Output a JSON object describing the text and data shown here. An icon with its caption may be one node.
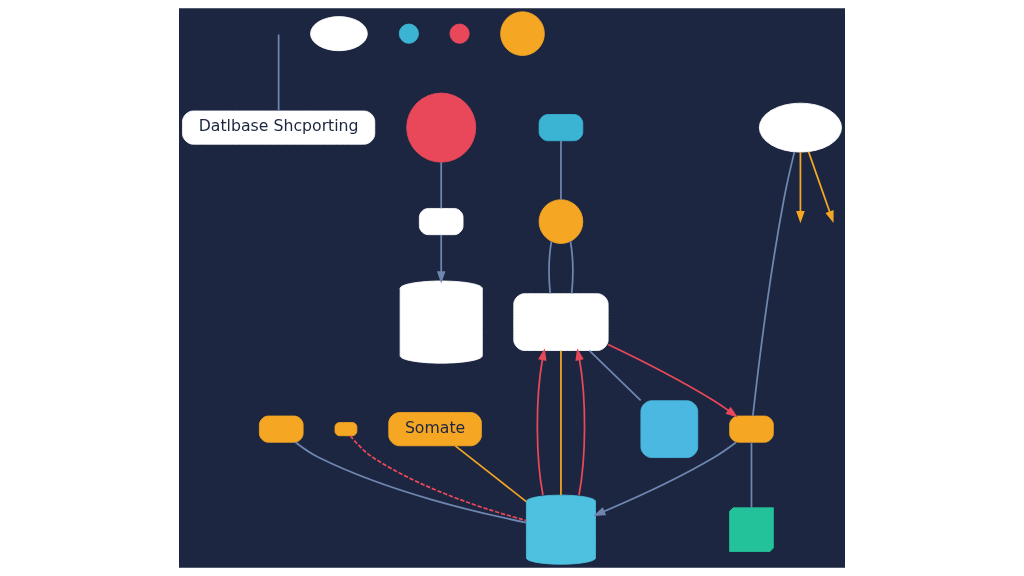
{
  "diagram": {
    "nodes": [
      {
        "text": [
          "Datlbase Shcporting"
        ]
      },
      {
        "text": [],
        "shape": "circle"
      },
      {
        "text": [],
        "shape": "cloud"
      },
      {
        "text": [],
        "shape": "box"
      },
      {
        "text": [],
        "shape": "box"
      },
      {
        "text": [],
        "shape": "cloud"
      },
      {
        "text": [
          "Somate"
        ]
      },
      {
        "text": [],
        "shape": "box"
      },
      {
        "text": [],
        "shape": "cylinder"
      },
      {
        "text": [],
        "shape": "box"
      },
      {
        "text": [],
        "shape": "circle"
      },
      {
        "text": [],
        "shape": "box"
      },
      {
        "text": [],
        "shape": "circle"
      },
      {
        "text": [],
        "shape": "cylinder"
      },
      {
        "text": [],
        "shape": "circle"
      },
      {
        "text": [],
        "shape": "circle"
      },
      {
        "text": [],
        "shape": "box"
      },
      {
        "text": [],
        "shape": "box"
      },
      {
        "text": [],
        "shape": "picture"
      }
    ],
    "edges": [
      {
        "from": null,
        "to": 0,
        "arrow": "none"
      },
      {
        "from": 1,
        "to": 7,
        "arrow": "none"
      },
      {
        "from": 7,
        "to": 13,
        "arrow": "to"
      },
      {
        "from": 3,
        "to": 8,
        "arrow": "none"
      },
      {
        "from": 4,
        "to": 8,
        "arrow": "none",
        "style": "dashed",
        "color": "#e8485a"
      },
      {
        "from": 6,
        "to": 8,
        "arrow": "none",
        "color": "#f5a623"
      },
      {
        "from": 9,
        "to": 8,
        "arrow": "to"
      },
      {
        "from": 2,
        "to": 9,
        "arrow": "none"
      },
      {
        "from": 2,
        "to": null,
        "arrow": "to",
        "color": "#f5a623"
      },
      {
        "from": 2,
        "to": null,
        "arrow": "to",
        "color": "#f5a623"
      },
      {
        "from": 9,
        "to": 18,
        "arrow": "none"
      },
      {
        "from": 8,
        "to": 16,
        "arrow": "to",
        "color": "#e8485a"
      },
      {
        "from": 8,
        "to": 16,
        "arrow": "none",
        "color": "#f5a623"
      },
      {
        "from": 8,
        "to": 16,
        "arrow": "to",
        "color": "#e8485a"
      },
      {
        "from": 11,
        "to": 14,
        "arrow": "none"
      },
      {
        "from": 14,
        "to": 16,
        "arrow": "none"
      },
      {
        "from": 14,
        "to": 16,
        "arrow": "none"
      },
      {
        "from": 16,
        "to": 9,
        "arrow": "to",
        "color": "#e8485a"
      },
      {
        "from": 16,
        "to": 17,
        "arrow": "none"
      }
    ]
  }
}
